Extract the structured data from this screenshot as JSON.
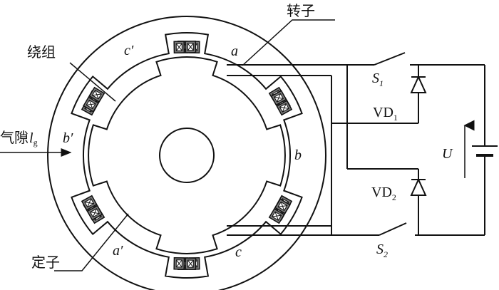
{
  "labels": {
    "rotor": "转子",
    "winding": "绕组",
    "air_gap": "气隙",
    "air_gap_symbol": "l",
    "air_gap_sub": "g",
    "stator": "定子",
    "pole_a": "a",
    "pole_a_prime": "a′",
    "pole_b": "b",
    "pole_b_prime": "b′",
    "pole_c": "c",
    "pole_c_prime": "c′",
    "switch1": "S",
    "switch1_sub": "1",
    "switch2": "S",
    "switch2_sub": "2",
    "diode1": "VD",
    "diode1_sub": "1",
    "diode2": "VD",
    "diode2_sub": "2",
    "voltage": "U"
  },
  "colors": {
    "line": "#111111",
    "coil_fill": "#7a7a7a",
    "background": "#ffffff"
  }
}
